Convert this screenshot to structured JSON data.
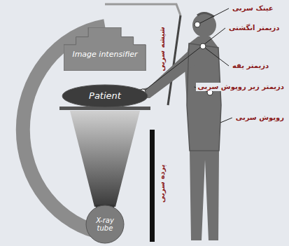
{
  "diagram": {
    "nodes": [
      {
        "text": [
          "Image intensifier"
        ]
      },
      {
        "text": [
          "Patient"
        ]
      },
      {
        "text": [
          "X-ray tube"
        ]
      }
    ],
    "labels": [
      "عینک سربی",
      "دزیمتر انگشتی",
      "دزیمتر یقه",
      "دزیمتر زیر روپوش سربی",
      "روپوش سربی",
      "شیشه سربی",
      "پرده سربی"
    ]
  }
}
